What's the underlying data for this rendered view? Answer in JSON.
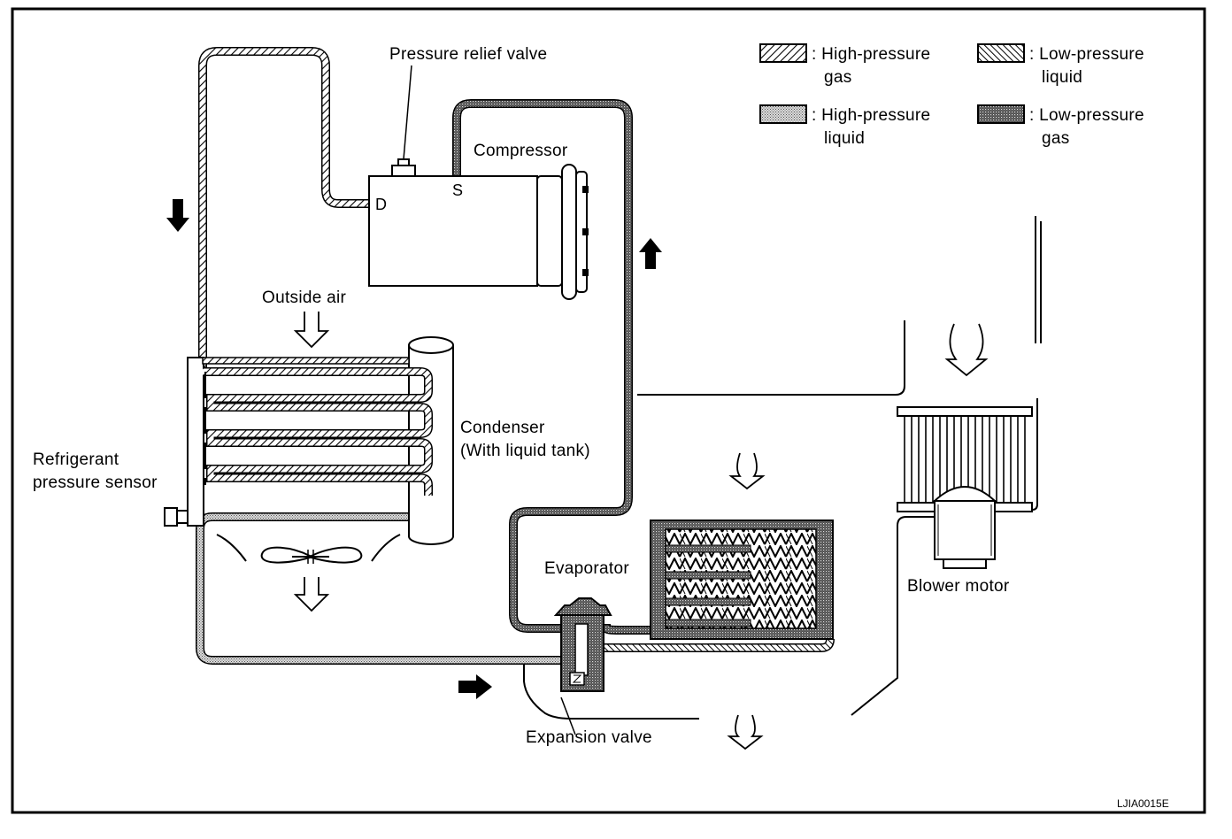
{
  "labels": {
    "pressure_relief_valve": "Pressure relief valve",
    "compressor": "Compressor",
    "discharge_port": "D",
    "suction_port": "S",
    "outside_air": "Outside air",
    "condenser_line1": "Condenser",
    "condenser_line2": "(With liquid tank)",
    "sensor_line1": "Refrigerant",
    "sensor_line2": "pressure sensor",
    "evaporator": "Evaporator",
    "expansion_valve": "Expansion valve",
    "blower_motor": "Blower motor",
    "figure_code": "LJIA0015E"
  },
  "legend": [
    {
      "pattern": "high-pressure-gas",
      "line1": ": High-pressure",
      "line2": "gas"
    },
    {
      "pattern": "low-pressure-liquid",
      "line1": ": Low-pressure",
      "line2": "liquid"
    },
    {
      "pattern": "high-pressure-liquid",
      "line1": ": High-pressure",
      "line2": "liquid"
    },
    {
      "pattern": "low-pressure-gas",
      "line1": ": Low-pressure",
      "line2": "gas"
    }
  ]
}
